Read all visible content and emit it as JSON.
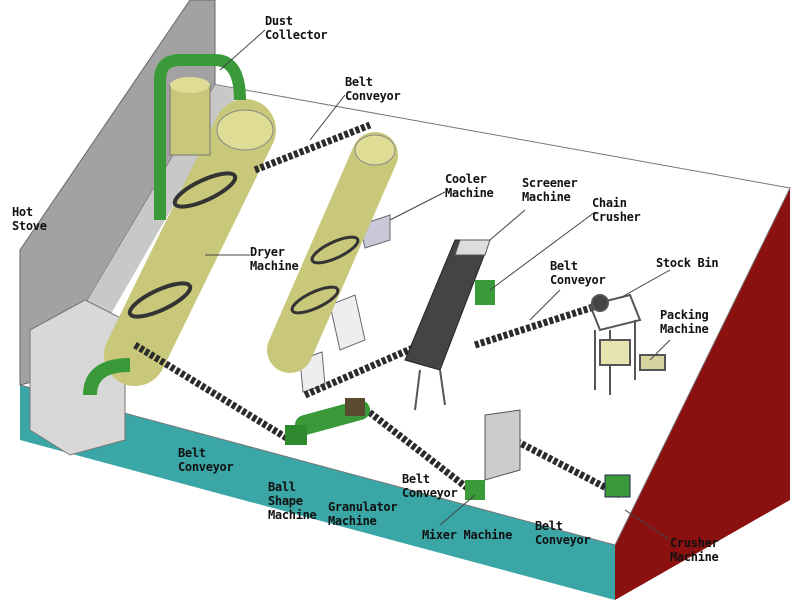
{
  "diagram": {
    "labels": {
      "dust_collector": [
        "Dust",
        "Collector"
      ],
      "belt_conveyor_top": [
        "Belt",
        "Conveyor"
      ],
      "hot_stove": [
        "Hot",
        "Stove"
      ],
      "dryer_machine": [
        "Dryer",
        "Machine"
      ],
      "cooler_machine": [
        "Cooler",
        "Machine"
      ],
      "screener_machine": [
        "Screener",
        "Machine"
      ],
      "chain_crusher": [
        "Chain",
        "Crusher"
      ],
      "belt_conveyor_mid": [
        "Belt",
        "Conveyor"
      ],
      "stock_bin": [
        "Stock Bin"
      ],
      "packing_machine": [
        "Packing",
        "Machine"
      ],
      "belt_conveyor_left": [
        "Belt",
        "Conveyor"
      ],
      "ball_shape_machine": [
        "Ball",
        "Shape",
        "Machine"
      ],
      "granulator_machine": [
        "Granulator",
        "Machine"
      ],
      "belt_conveyor_center": [
        "Belt",
        "Conveyor"
      ],
      "mixer_machine": [
        "Mixer Machine"
      ],
      "belt_conveyor_right": [
        "Belt",
        "Conveyor"
      ],
      "crusher_machine": [
        "Crusher",
        "Machine"
      ]
    },
    "colors": {
      "wall": "#9a9a9a",
      "floor": "#ffffff",
      "front_face": "#3aa6a6",
      "side_face": "#8b1010",
      "drum": "#c9c77a",
      "green": "#3a9a3a",
      "conveyor": "#2b2b2b"
    }
  }
}
